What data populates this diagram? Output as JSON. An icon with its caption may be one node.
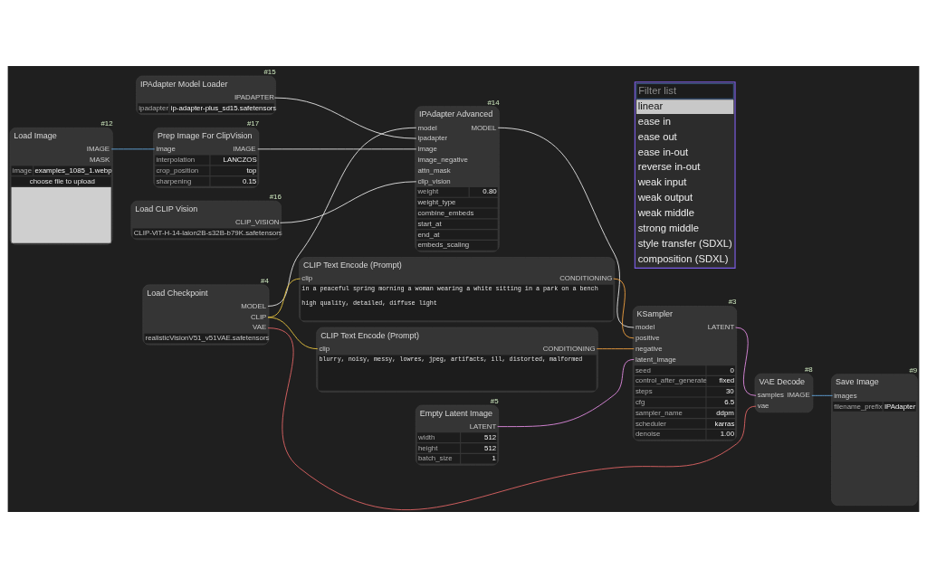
{
  "diagram": {
    "nodes": [
      {
        "text": [
          "IPAdapter Model Loader",
          "IPADAPTER",
          "ipadapter",
          "ip-adapter-plus_sd15.safetensors"
        ],
        "beside": [
          "#15"
        ]
      },
      {
        "text": [
          "Load CLIP Vision",
          "CLIP_VISION",
          "CLIP-ViT-H-14-laion2B-s32B-b79K.safetensors"
        ],
        "beside": [
          "#16"
        ]
      },
      {
        "text": [
          "Load Image",
          "IMAGE",
          "MASK",
          "image",
          "examples_1085_1.webp",
          "choose file to upload"
        ],
        "beside": [
          "#12"
        ]
      },
      {
        "text": [
          "Prep Image For ClipVision",
          "image",
          "IMAGE",
          "interpolation",
          "LANCZOS",
          "crop_position",
          "top",
          "sharpening",
          "0.15"
        ],
        "beside": [
          "#17"
        ]
      },
      {
        "text": [
          "IPAdapter Advanced",
          "model",
          "MODEL",
          "ipadapter",
          "image",
          "image_negative",
          "attn_mask",
          "clip_vision",
          "weight",
          "0.80",
          "weight_type",
          "combine_embeds",
          "start_at",
          "end_at",
          "embeds_scaling"
        ],
        "beside": [
          "#14"
        ]
      },
      {
        "text": [
          "Filter list",
          "linear",
          "ease in",
          "ease out",
          "ease in-out",
          "reverse in-out",
          "weak input",
          "weak output",
          "weak middle",
          "strong middle",
          "style transfer (SDXL)",
          "composition (SDXL)"
        ]
      },
      {
        "text": [
          "CLIP Text Encode (Prompt)",
          "clip",
          "CONDITIONING",
          "in a peaceful spring morning a woman wearing a white sitting in a park on a bench",
          "high quality, detailed, diffuse light"
        ]
      },
      {
        "text": [
          "Load Checkpoint",
          "MODEL",
          "CLIP",
          "VAE",
          "realisticVisionV51_v51VAE.safetensors"
        ],
        "beside": [
          "#4"
        ]
      },
      {
        "text": [
          "CLIP Text Encode (Prompt)",
          "clip",
          "CONDITIONING",
          "blurry, noisy, messy, lowres, jpeg, artifacts, ill, distorted, malformed"
        ]
      },
      {
        "text": [
          "KSampler",
          "model",
          "positive",
          "negative",
          "latent_image",
          "LATENT",
          "seed",
          "0",
          "control_after_generate",
          "fixed",
          "steps",
          "30",
          "cfg",
          "6.5",
          "sampler_name",
          "ddpm",
          "scheduler",
          "karras",
          "denoise",
          "1.00"
        ],
        "beside": [
          "#3"
        ]
      },
      {
        "text": [
          "VAE Decode",
          "samples",
          "vae",
          "IMAGE"
        ],
        "beside": [
          "#8"
        ]
      },
      {
        "text": [
          "Save Image",
          "images",
          "filename_prefix",
          "IPAdapter"
        ],
        "beside": [
          "#9"
        ]
      },
      {
        "text": [
          "Empty Latent Image",
          "LATENT",
          "width",
          "512",
          "height",
          "512",
          "batch_size",
          "1"
        ],
        "beside": [
          "#5"
        ]
      }
    ],
    "edges": [
      {
        "from": 0,
        "to": 4,
        "arrow": "none"
      },
      {
        "from": 1,
        "to": 4,
        "arrow": "none"
      },
      {
        "from": 2,
        "to": 3,
        "arrow": "none",
        "color": "#64a8e0"
      },
      {
        "from": 3,
        "to": 4,
        "arrow": "none"
      },
      {
        "from": 7,
        "to": 4,
        "arrow": "none"
      },
      {
        "from": 4,
        "to": 9,
        "arrow": "none"
      },
      {
        "from": 7,
        "to": 6,
        "arrow": "none",
        "color": "#e8c440"
      },
      {
        "from": 7,
        "to": 8,
        "arrow": "none",
        "color": "#e8c440"
      },
      {
        "from": 7,
        "to": 10,
        "arrow": "none",
        "color": "#e06464"
      },
      {
        "from": 6,
        "to": 9,
        "arrow": "none",
        "color": "#f0a040"
      },
      {
        "from": 8,
        "to": 9,
        "arrow": "none",
        "color": "#f0a040"
      },
      {
        "from": 12,
        "to": 9,
        "arrow": "none",
        "color": "#e08ae0"
      },
      {
        "from": 9,
        "to": 10,
        "arrow": "none",
        "color": "#e08ae0"
      },
      {
        "from": 10,
        "to": 11,
        "arrow": "none",
        "color": "#64a8e0"
      }
    ]
  }
}
